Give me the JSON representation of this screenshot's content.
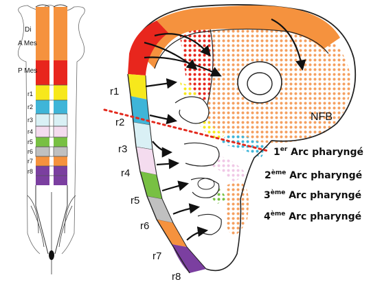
{
  "left_panel": {
    "labels": {
      "di": "Di",
      "ames": "A Mes",
      "pmes": "P Mes",
      "r1": "r1",
      "r2": "r2",
      "r3": "r3",
      "r4": "r4",
      "r5": "r5",
      "r6": "r6",
      "r7": "r7",
      "r8": "r8"
    }
  },
  "right_panel": {
    "rhombomere_labels": [
      "r1",
      "r2",
      "r3",
      "r4",
      "r5",
      "r6",
      "r7",
      "r8"
    ],
    "nfb_label": "NFB",
    "arcs": [
      {
        "prefix": "1",
        "sup": "er",
        "text": " Arc pharyngé"
      },
      {
        "prefix": "2",
        "sup": "ème",
        "text": " Arc pharyngé"
      },
      {
        "prefix": "3",
        "sup": "ème",
        "text": " Arc pharyngé"
      },
      {
        "prefix": "4",
        "sup": "ème",
        "text": " Arc pharyngé"
      }
    ]
  },
  "colors": {
    "diencephalon": "#f5923e",
    "posterior_mes": "#e8261d",
    "r1": "#f7e81c",
    "r2": "#3fb5d8",
    "r3": "#d9f0f5",
    "r4": "#f4dcef",
    "r5": "#78c043",
    "r6": "#c0c0c0",
    "r7": "#f5923e",
    "r8": "#7b3fa0",
    "dashed_line": "#e32a1e",
    "arrow": "#111111"
  }
}
